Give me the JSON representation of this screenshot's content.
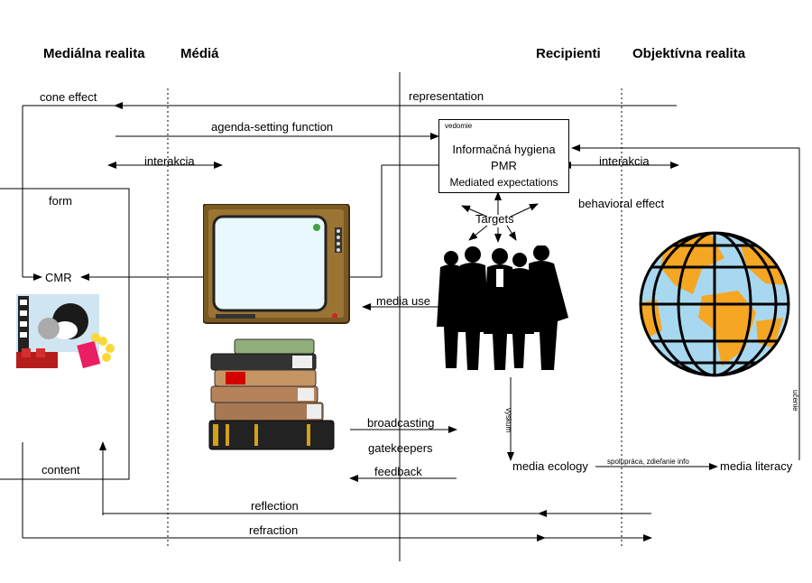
{
  "headers": {
    "medialna_realita": "Mediálna realita",
    "media": "Médiá",
    "recipienti": "Recipienti",
    "objektivna_realita": "Objektívna realita"
  },
  "labels": {
    "cone_effect": "cone effect",
    "representation": "representation",
    "agenda_setting": "agenda-setting function",
    "interakcia_left": "interakcia",
    "interakcia_right": "interakcia",
    "form": "form",
    "cmr": "CMR",
    "content": "content",
    "targets": "Targets",
    "behavioral_effect": "behavioral effect",
    "media_use": "media use",
    "broadcasting": "broadcasting",
    "gatekeepers": "gatekeepers",
    "feedback": "feedback",
    "media_ecology": "media ecology",
    "media_literacy": "media literacy",
    "spolupraca": "spolupráca, zdieľanie info",
    "vyskum": "výskum",
    "ucenie": "učenie",
    "reflection": "reflection",
    "refraction": "refraction"
  },
  "consciousness_box": {
    "title": "vedomie",
    "line1": "Informačná hygiena",
    "line2": "PMR",
    "line3": "Mediated expectations"
  },
  "icons": {
    "tv": "television-icon",
    "books": "book-stack-icon",
    "cinema": "cinema-clipart-icon",
    "people": "people-silhouette-icon",
    "globe": "globe-icon"
  },
  "colors": {
    "globe_land": "#f5a623",
    "globe_ocean": "#a8d8ef",
    "tv_body": "#7a5a22",
    "tv_screen": "#e8f8fc"
  }
}
